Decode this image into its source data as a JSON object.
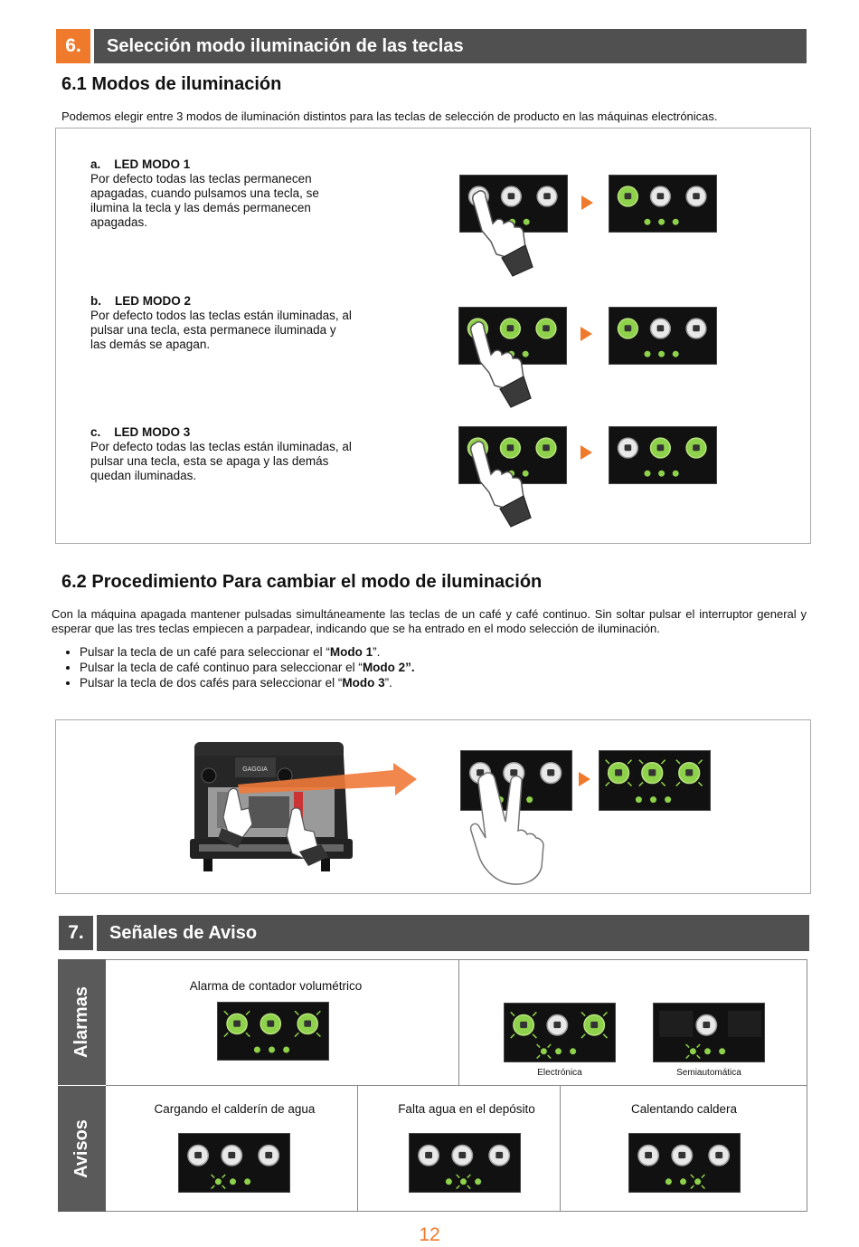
{
  "section6": {
    "number": "6.",
    "title": "Selección modo iluminación de las teclas"
  },
  "s61": {
    "title": "6.1 Modos de iluminación",
    "intro": "Podemos  elegir entre 3 modos de iluminación distintos para las teclas de selección de producto en las máquinas electrónicas.",
    "modes": [
      {
        "letter": "a.",
        "name": "LED MODO 1",
        "text": "Por defecto todas las teclas permanecen apagadas, cuando pulsamos una tecla, se ilumina la tecla y las demás permanecen apagadas."
      },
      {
        "letter": "b.",
        "name": "LED MODO 2",
        "text": "Por defecto todos las teclas están iluminadas, al pulsar una tecla, esta permanece iluminada y las demás se apagan."
      },
      {
        "letter": "c.",
        "name": "LED MODO 3",
        "text": "Por defecto todas las teclas están iluminadas, al pulsar una tecla, esta se apaga y las demás quedan iluminadas."
      }
    ]
  },
  "s62": {
    "title": "6.2 Procedimiento Para cambiar el modo de iluminación",
    "intro": "Con la máquina apagada mantener pulsadas simultáneamente las teclas de un café y café continuo. Sin soltar pulsar el interruptor general y esperar que las tres teclas empiecen a parpadear, indicando que se ha entrado en el modo selección de iluminación.",
    "bullets": [
      {
        "pre": "Pulsar la tecla de un café para seleccionar el “",
        "bold": "Modo 1",
        "post": "”."
      },
      {
        "pre": "Pulsar la tecla de café continuo para seleccionar el “",
        "bold": "Modo 2”.",
        "post": ""
      },
      {
        "pre": "Pulsar la tecla de dos cafés para seleccionar el “",
        "bold": "Modo 3",
        "post": "”."
      }
    ],
    "machine_brand": "GAGGIA"
  },
  "section7": {
    "number": "7.",
    "title": "Señales de Aviso"
  },
  "table7": {
    "alarm_label": "Alarmas",
    "warn_label": "Avisos",
    "alarm_title": "Alarma de contador volumétrico",
    "alarm_sub1": "Electrónica",
    "alarm_sub2": "Semiautomática",
    "warn1": "Cargando el calderín de agua",
    "warn2": "Falta agua en el depósito",
    "warn3": "Calentando caldera"
  },
  "page_number": "12",
  "colors": {
    "accent": "#f07a2c",
    "header_gray": "#505050",
    "led_green": "#8ed14a",
    "panel": "#111111"
  }
}
